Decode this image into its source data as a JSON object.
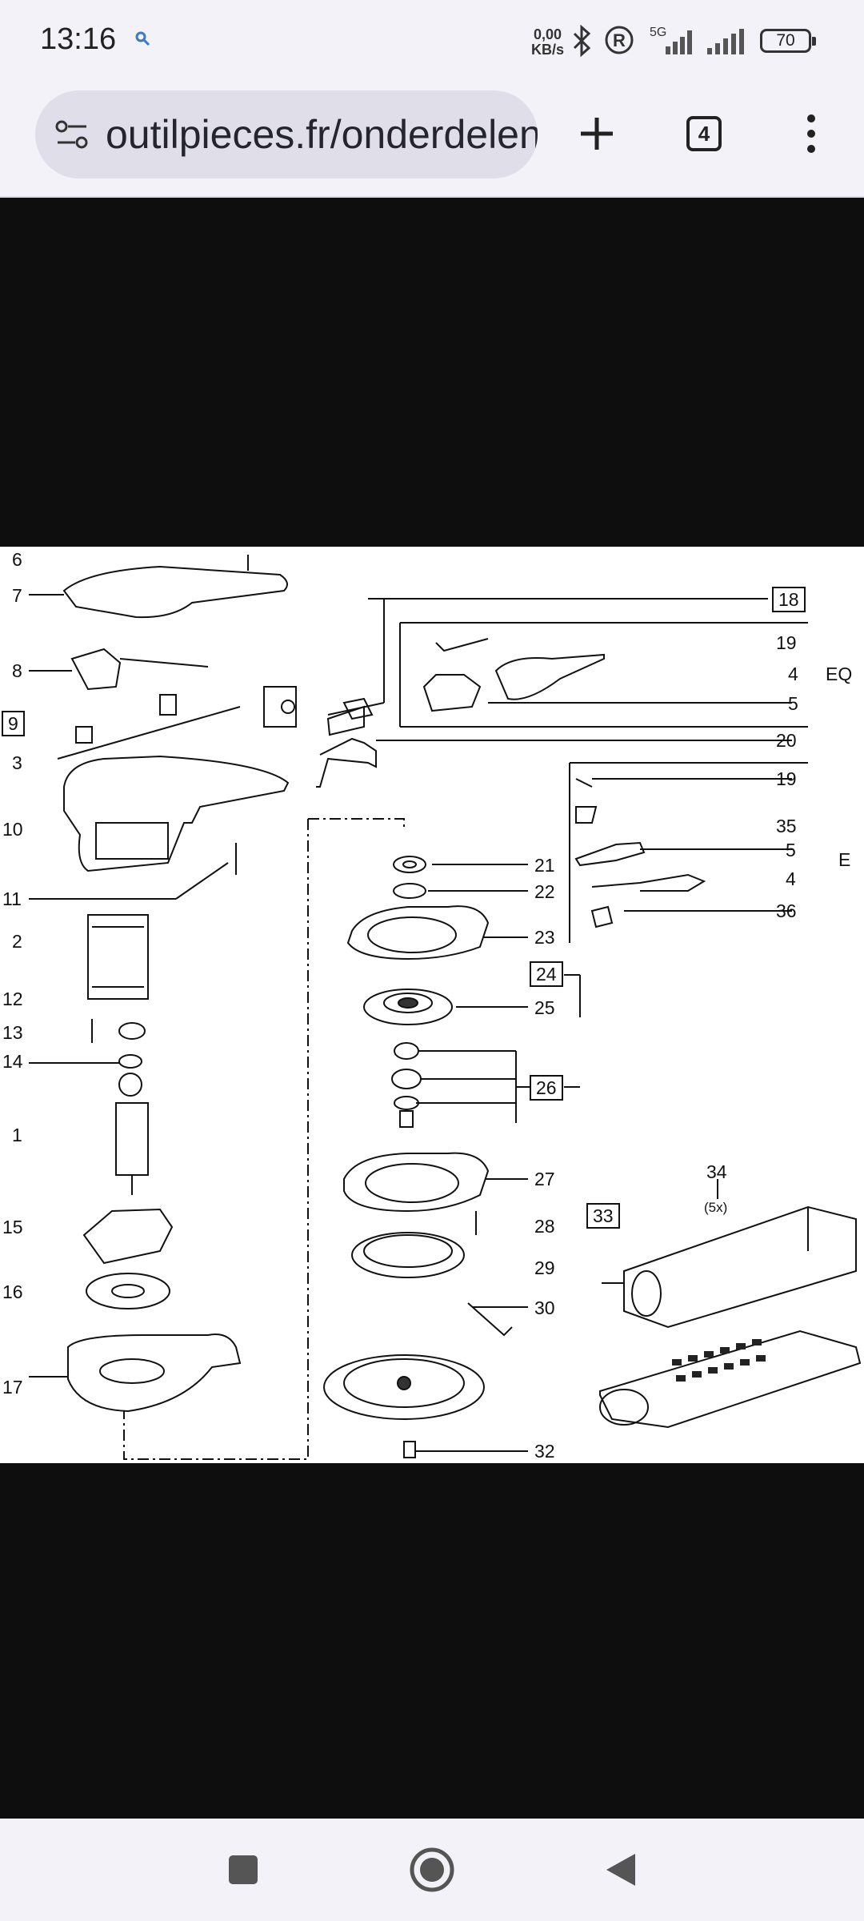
{
  "status": {
    "time": "13:16",
    "net_speed_value": "0,00",
    "net_speed_unit": "KB/s",
    "signal_label": "5G",
    "battery": "70"
  },
  "browser": {
    "url": "outilpieces.fr/onderdelen",
    "tab_count": "4"
  },
  "diagram": {
    "labels": {
      "l6": "6",
      "l7": "7",
      "l8": "8",
      "l9": "9",
      "l3": "3",
      "l10": "10",
      "l11": "11",
      "l2": "2",
      "l12": "12",
      "l13": "13",
      "l14": "14",
      "l1": "1",
      "l15": "15",
      "l16": "16",
      "l17": "17",
      "l18": "18",
      "l19a": "19",
      "l4a": "4",
      "eq": "EQ",
      "l5a": "5",
      "l20": "20",
      "l19b": "19",
      "l35": "35",
      "l5b": "5",
      "e": "E",
      "l4b": "4",
      "l36": "36",
      "l21": "21",
      "l22": "22",
      "l23": "23",
      "l24": "24",
      "l25": "25",
      "l26": "26",
      "l27": "27",
      "l28": "28",
      "l29": "29",
      "l30": "30",
      "l32": "32",
      "l33": "33",
      "l34": "34",
      "l5x": "(5x)"
    }
  },
  "colors": {
    "chrome": "#f3f2f8",
    "urlbar": "#e0dfe9",
    "content_bg": "#0e0e0f"
  },
  "icons": [
    "search-icon",
    "bluetooth-icon",
    "registered-icon",
    "signal-icon",
    "battery-icon",
    "site-settings-icon",
    "plus-icon",
    "tabs-icon",
    "more-vert-icon",
    "square-icon",
    "circle-icon",
    "back-triangle-icon"
  ]
}
